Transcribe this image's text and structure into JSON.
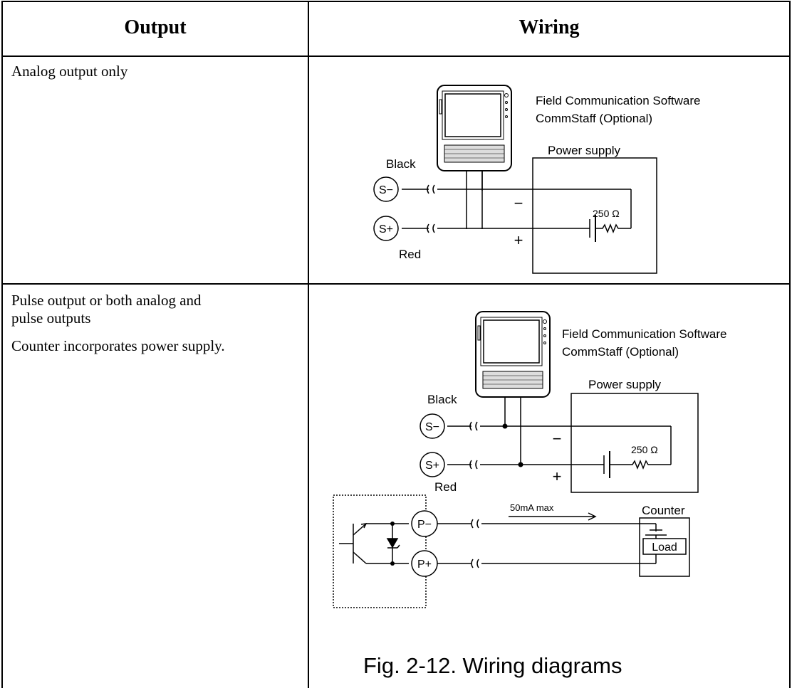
{
  "table": {
    "header_output": "Output",
    "header_wiring": "Wiring"
  },
  "rows": [
    {
      "output_lines": [
        "Analog output only"
      ],
      "diagram": {
        "software_line1": "Field Communication Software",
        "software_line2": "CommStaff (Optional)",
        "power_supply": "Power supply",
        "black": "Black",
        "red": "Red",
        "s_minus": "S−",
        "s_plus": "S+",
        "minus": "−",
        "plus": "+",
        "resistor": "250 Ω"
      }
    },
    {
      "output_lines": [
        "Pulse output or both analog and",
        "pulse outputs",
        "Counter incorporates power supply."
      ],
      "diagram": {
        "software_line1": "Field Communication Software",
        "software_line2": "CommStaff (Optional)",
        "power_supply": "Power supply",
        "black": "Black",
        "red": "Red",
        "s_minus": "S−",
        "s_plus": "S+",
        "minus": "−",
        "plus": "+",
        "resistor": "250 Ω",
        "p_minus": "P−",
        "p_plus": "P+",
        "current": "50mA max",
        "counter": "Counter",
        "load": "Load"
      }
    }
  ],
  "caption": "Fig. 2-12.  Wiring diagrams"
}
